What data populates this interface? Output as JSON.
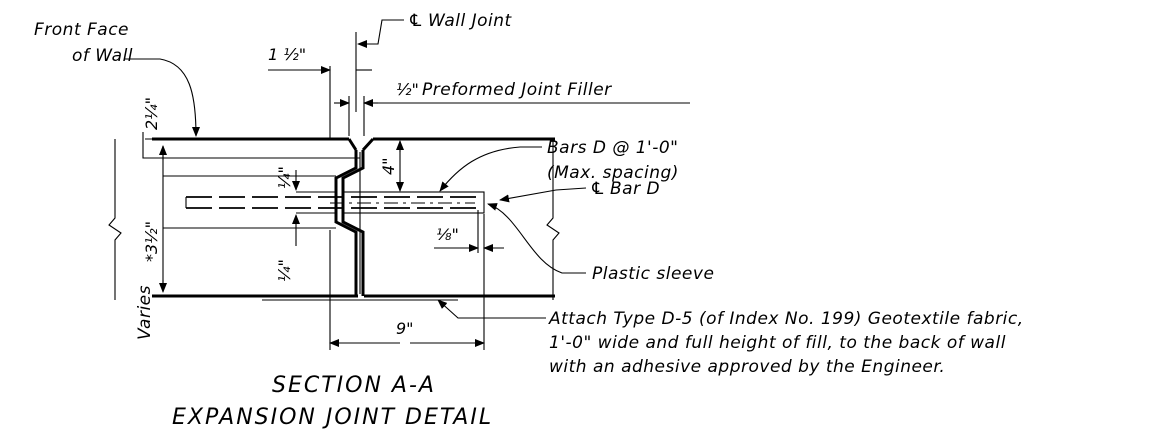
{
  "labels": {
    "front_face_line1": "Front Face",
    "front_face_line2": "of Wall",
    "wall_joint": "Wall Joint",
    "joint_filler": "Preformed Joint Filler",
    "bars_d_line1": "Bars D @ 1'-0\"",
    "bars_d_line2": "(Max. spacing)",
    "bar_d": "Bar D",
    "plastic_sleeve": "Plastic sleeve",
    "varies": "Varies",
    "centerline_symbol": "℄"
  },
  "dimensions": {
    "one_and_half": "1 ½\"",
    "half": "½\"",
    "two_and_quarter": "2¼\"",
    "three_and_half": "*3½\"",
    "quarter_top": "¼\"",
    "quarter_bottom": "¼\"",
    "four": "4\"",
    "eighth": "⅛\"",
    "nine": "9\""
  },
  "note": {
    "line1": "Attach Type D-5 (of Index No. 199) Geotextile fabric,",
    "line2": "1'-0\" wide and full height of fill, to the back of wall",
    "line3": "with an adhesive approved by the Engineer."
  },
  "title": {
    "line1": "SECTION A-A",
    "line2": "EXPANSION JOINT DETAIL"
  }
}
